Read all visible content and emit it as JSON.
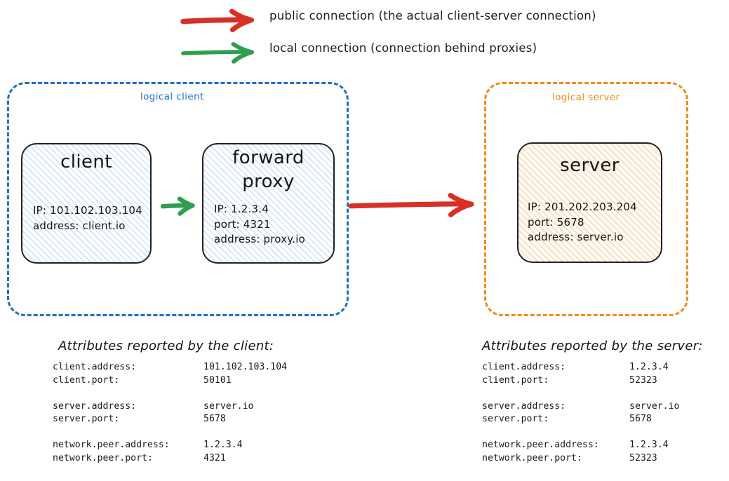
{
  "colors": {
    "public_arrow": "#d93025",
    "local_arrow": "#2e9e4f",
    "client_group": "#1f6fc4",
    "server_group": "#ef8b1b",
    "node_border": "#222222",
    "client_fill_hatch": "#cfe4f7",
    "server_fill_hatch": "#f6dcba",
    "text": "#161616"
  },
  "legend": {
    "items": [
      {
        "arrow": "red-arrow-icon",
        "color": "#d93025",
        "label": "public connection (the actual client-server connection)"
      },
      {
        "arrow": "green-arrow-icon",
        "color": "#2e9e4f",
        "label": "local connection (connection behind proxies)"
      }
    ]
  },
  "groups": {
    "client": {
      "label": "logical client",
      "nodes": [
        {
          "name": "client",
          "title": "client",
          "lines": [
            "IP: 101.102.103.104",
            "address: client.io"
          ]
        },
        {
          "name": "forward-proxy",
          "title": "forward proxy",
          "title_lines": [
            "forward",
            "proxy"
          ],
          "lines": [
            "IP: 1.2.3.4",
            "port: 4321",
            "address: proxy.io"
          ]
        }
      ]
    },
    "server": {
      "label": "logical server",
      "nodes": [
        {
          "name": "server",
          "title": "server",
          "title_lines": [
            "server"
          ],
          "lines": [
            "IP: 201.202.203.204",
            "port: 5678",
            "address: server.io"
          ]
        }
      ]
    }
  },
  "arrows": {
    "client_to_proxy": {
      "kind": "local",
      "color": "#2e9e4f"
    },
    "proxy_to_server": {
      "kind": "public",
      "color": "#d93025"
    }
  },
  "attributes": {
    "client": {
      "heading": "Attributes reported by the client:",
      "groups": [
        [
          {
            "key": "client.address:",
            "value": "101.102.103.104"
          },
          {
            "key": "client.port:",
            "value": "50101"
          }
        ],
        [
          {
            "key": "server.address:",
            "value": "server.io"
          },
          {
            "key": "server.port:",
            "value": "5678"
          }
        ],
        [
          {
            "key": "network.peer.address:",
            "value": "1.2.3.4"
          },
          {
            "key": "network.peer.port:",
            "value": "4321"
          }
        ]
      ]
    },
    "server": {
      "heading": "Attributes reported by the server:",
      "groups": [
        [
          {
            "key": "client.address:",
            "value": "1.2.3.4"
          },
          {
            "key": "client.port:",
            "value": "52323"
          }
        ],
        [
          {
            "key": "server.address:",
            "value": "server.io"
          },
          {
            "key": "server.port:",
            "value": "5678"
          }
        ],
        [
          {
            "key": "network.peer.address:",
            "value": "1.2.3.4"
          },
          {
            "key": "network.peer.port:",
            "value": "52323"
          }
        ]
      ]
    }
  }
}
